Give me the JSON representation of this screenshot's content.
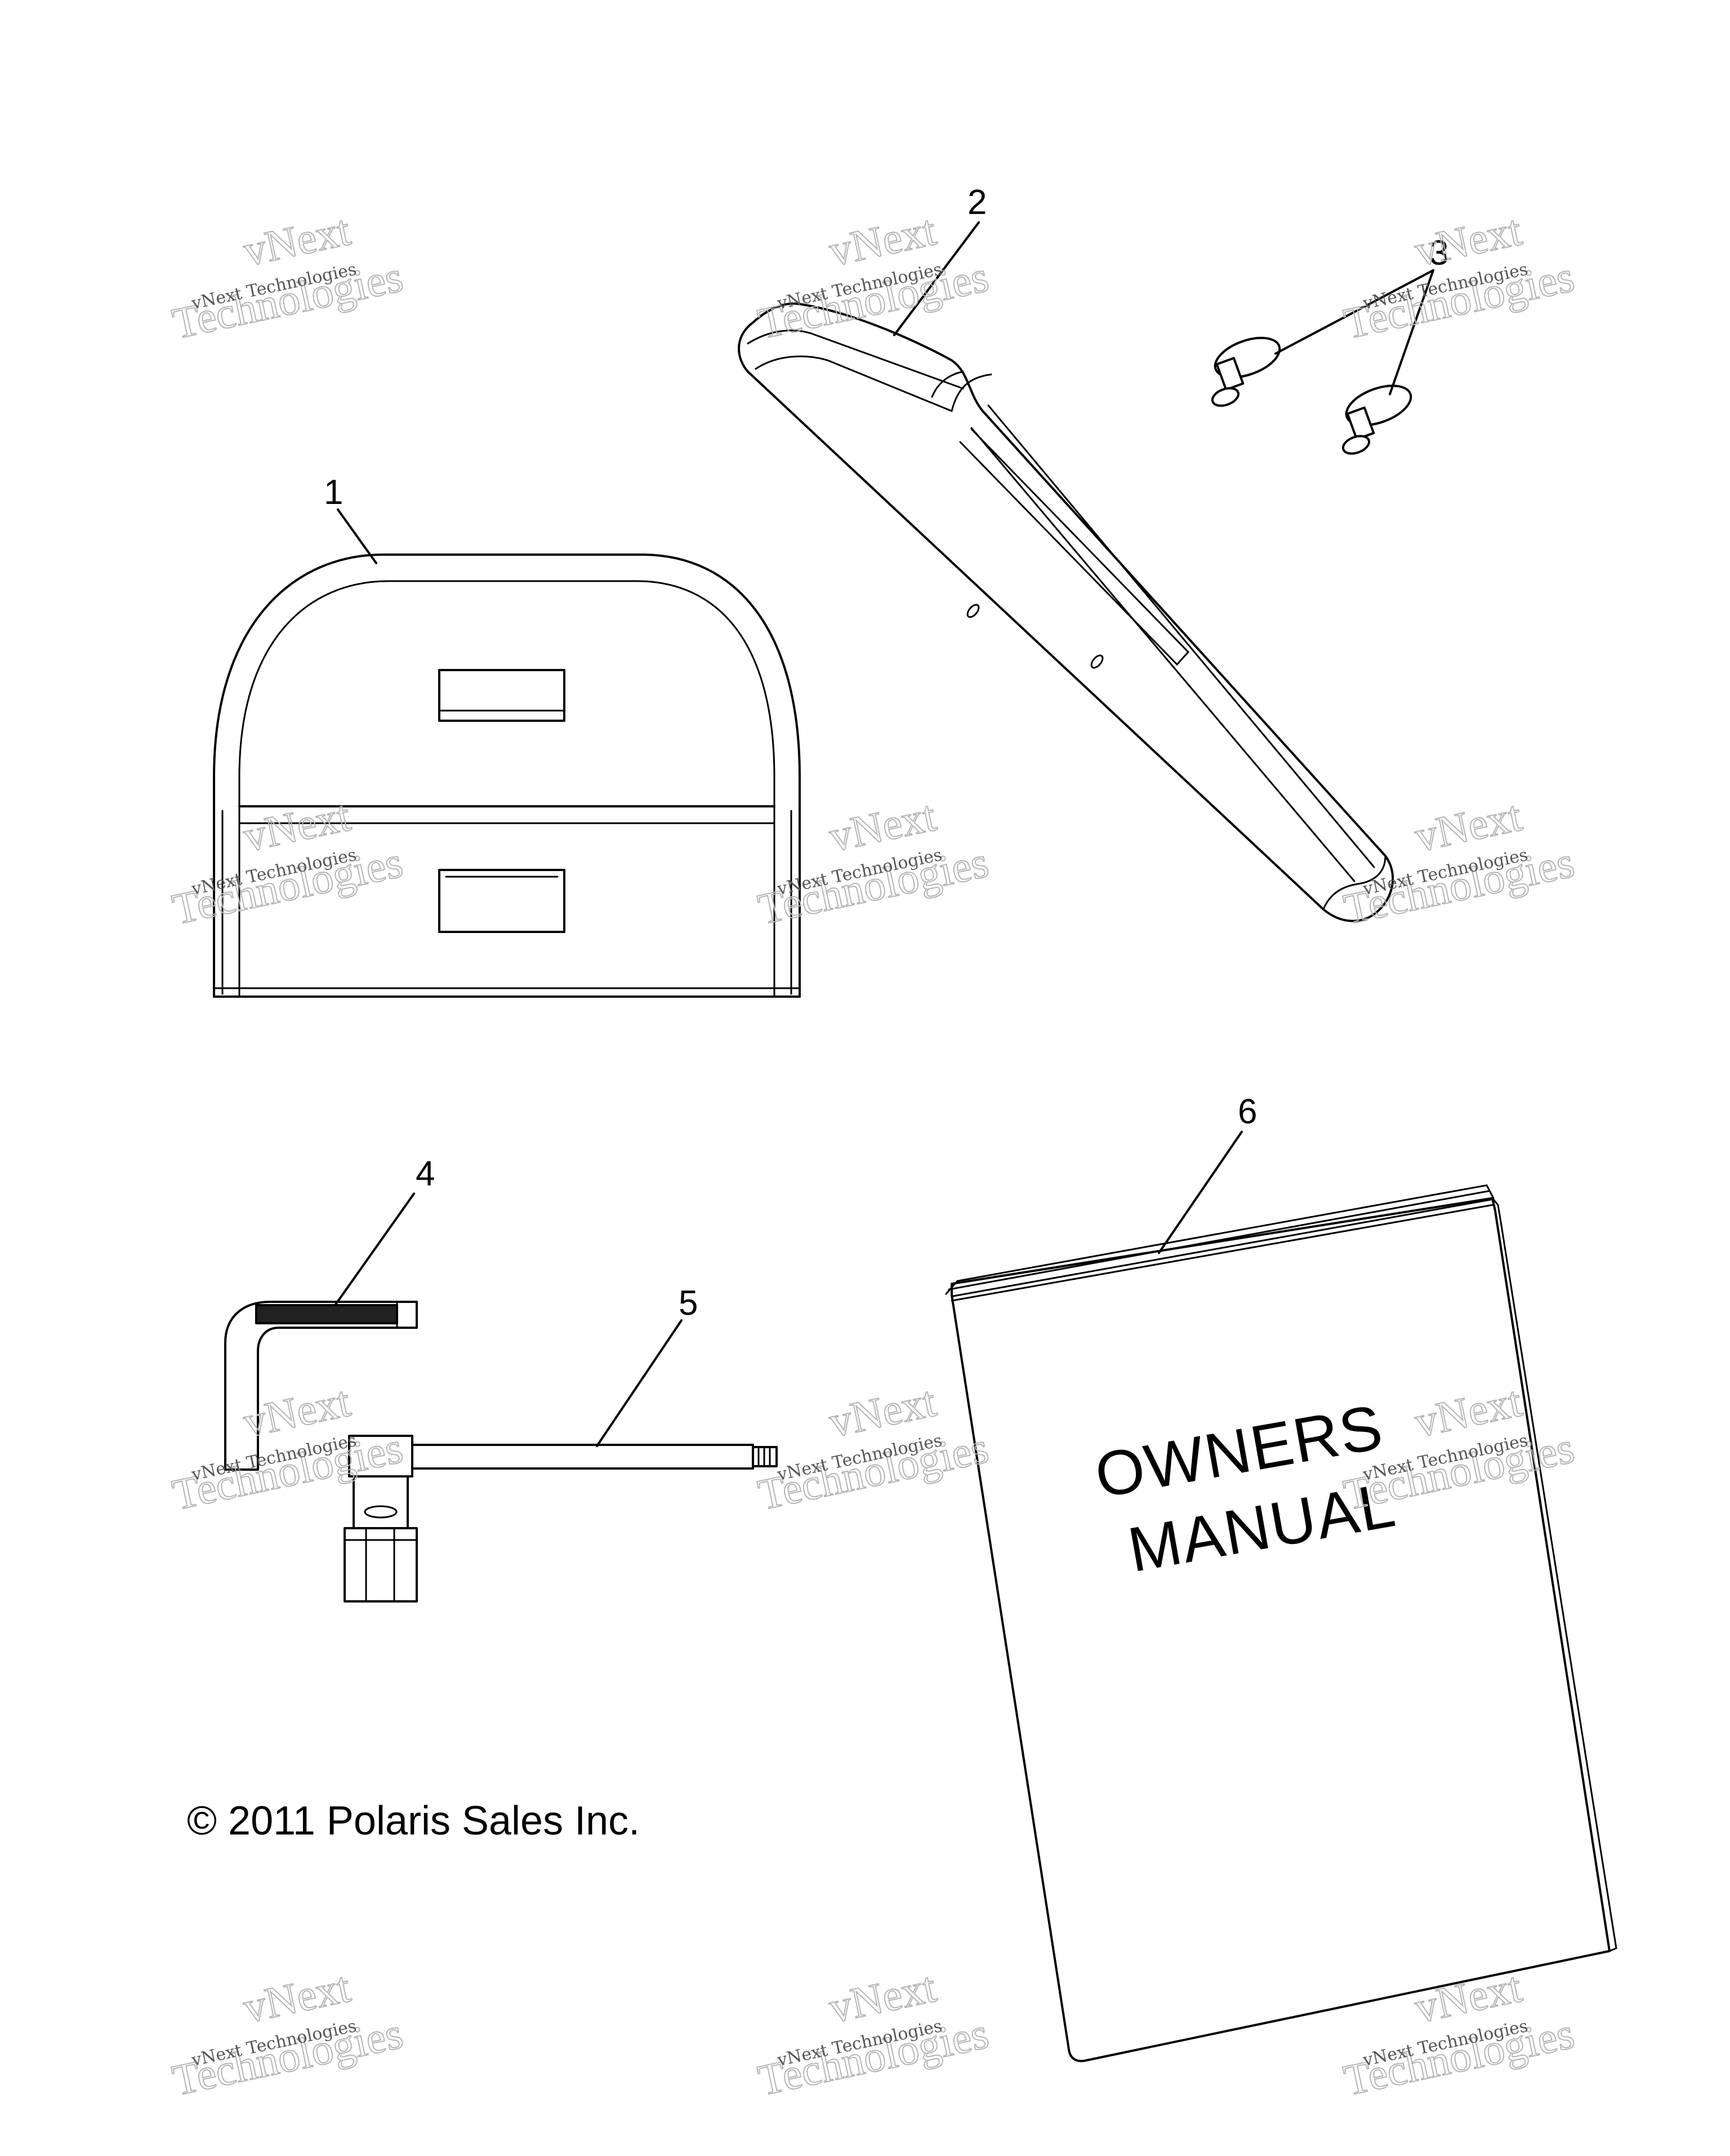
{
  "diagram": {
    "callouts": [
      "1",
      "2",
      "3",
      "4",
      "5",
      "6"
    ],
    "manual_cover_lines": [
      "OWNERS",
      "MANUAL"
    ],
    "copyright": "© 2011 Polaris Sales Inc.",
    "watermark": {
      "line1": "vNext Technologies",
      "line2": "vNext",
      "line3": "Technologies"
    }
  }
}
